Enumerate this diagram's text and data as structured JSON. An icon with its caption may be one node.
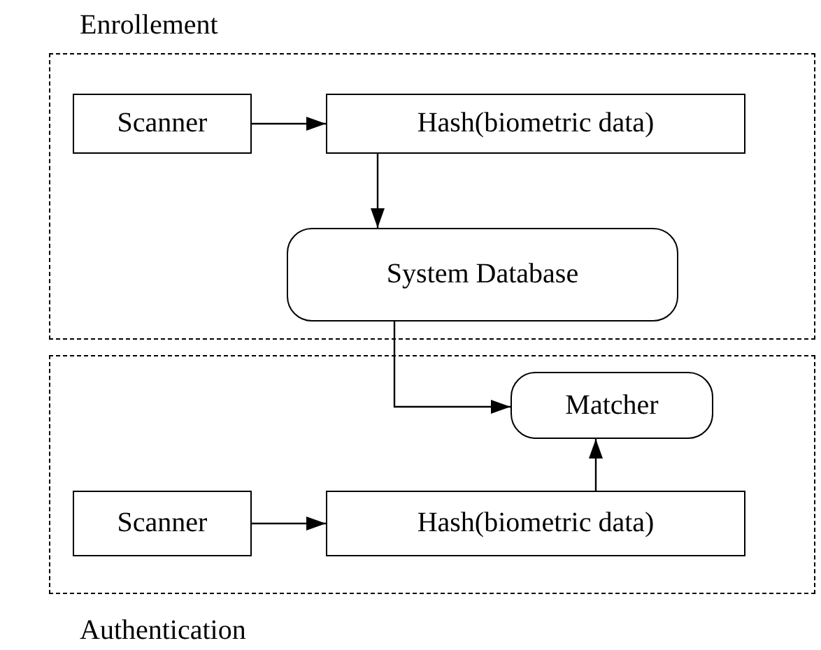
{
  "diagram": {
    "nodes": [
      {
        "text": [
          "Enrollement"
        ]
      },
      {
        "text": [
          "Scanner"
        ],
        "in": 0
      },
      {
        "text": [
          "Hash(biometric data)"
        ],
        "in": 0
      },
      {
        "text": [
          "System Database"
        ],
        "in": 0
      },
      {
        "text": [
          "Authentication"
        ]
      },
      {
        "text": [
          "Matcher"
        ],
        "in": 4
      },
      {
        "text": [
          "Scanner"
        ],
        "in": 4
      },
      {
        "text": [
          "Hash(biometric data)"
        ],
        "in": 4
      }
    ],
    "edges": [
      {
        "from": 1,
        "to": 2,
        "arrow": "to"
      },
      {
        "from": 2,
        "to": 3,
        "arrow": "to"
      },
      {
        "from": 3,
        "to": 5,
        "arrow": "to"
      },
      {
        "from": 7,
        "to": 5,
        "arrow": "to"
      },
      {
        "from": 6,
        "to": 7,
        "arrow": "to"
      }
    ]
  }
}
